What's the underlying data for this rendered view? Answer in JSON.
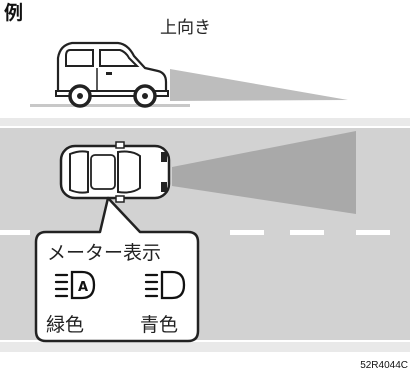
{
  "heading": "例",
  "upward_label": "上向き",
  "meter_display_label": "メーター表示",
  "indicators": [
    {
      "icon": "auto-high-beam-icon",
      "caption": "緑色",
      "color": "#2a9d4a"
    },
    {
      "icon": "high-beam-icon",
      "caption": "青色",
      "color": "#1f5fbf"
    }
  ],
  "figure_code": "52R4044C"
}
